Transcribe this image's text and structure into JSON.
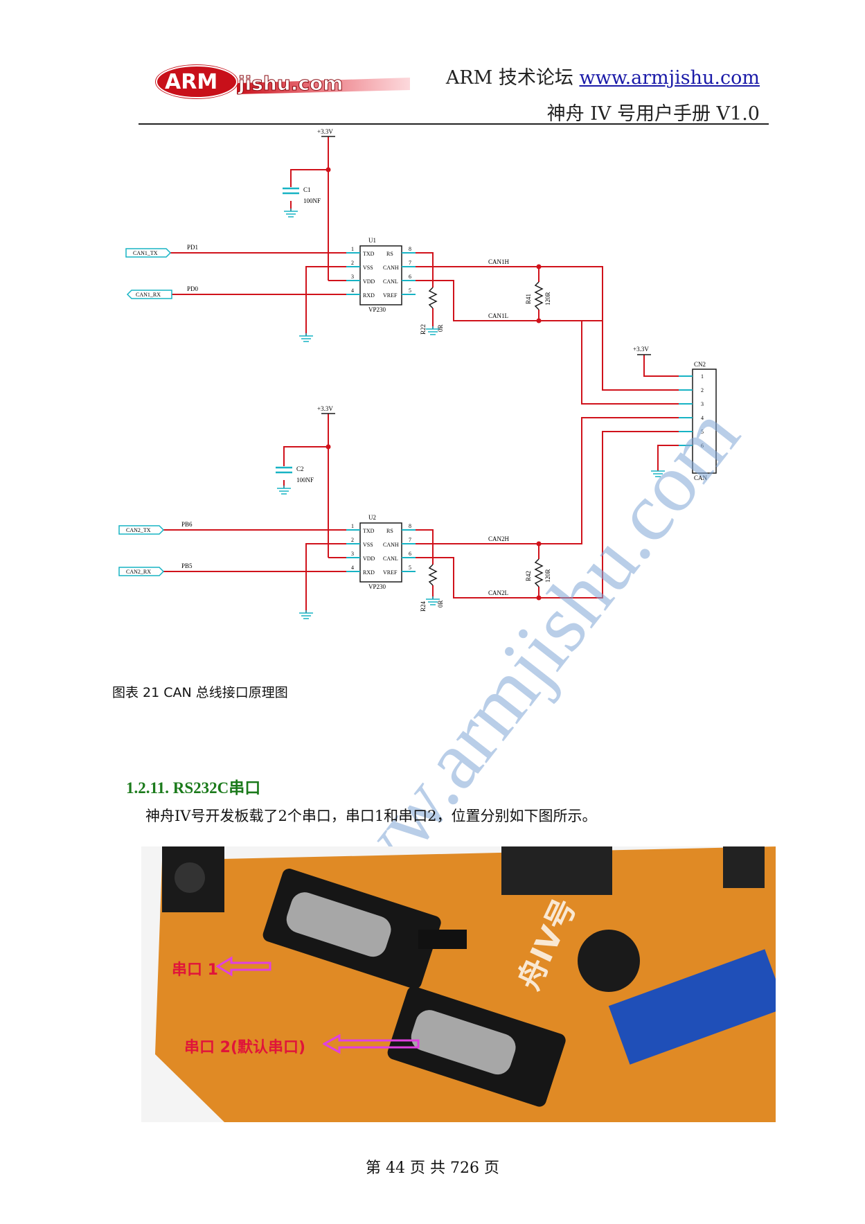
{
  "header": {
    "logo_text": "ARMjishu.com",
    "forum_label": "ARM 技术论坛",
    "forum_url": "www.armjishu.com",
    "manual_title": "神舟 IV 号用户手册 V1.0"
  },
  "schematic": {
    "power_labels": [
      "+3.3V",
      "+3.3V",
      "+3.3V"
    ],
    "caps": [
      {
        "ref": "C1",
        "value": "100NF"
      },
      {
        "ref": "C2",
        "value": "100NF"
      }
    ],
    "chips": [
      {
        "ref": "U1",
        "part": "VP230",
        "pins_left": [
          "TXD",
          "VSS",
          "VDD",
          "RXD"
        ],
        "pins_right": [
          "RS",
          "CANH",
          "CANL",
          "VREF"
        ],
        "nums_left": [
          "1",
          "2",
          "3",
          "4"
        ],
        "nums_right": [
          "8",
          "7",
          "6",
          "5"
        ]
      },
      {
        "ref": "U2",
        "part": "VP230",
        "pins_left": [
          "TXD",
          "VSS",
          "VDD",
          "RXD"
        ],
        "pins_right": [
          "RS",
          "CANH",
          "CANL",
          "VREF"
        ],
        "nums_left": [
          "1",
          "2",
          "3",
          "4"
        ],
        "nums_right": [
          "8",
          "7",
          "6",
          "5"
        ]
      }
    ],
    "ports": [
      "CAN1_TX",
      "CAN1_RX",
      "CAN2_TX",
      "CAN2_RX"
    ],
    "port_nets": [
      "PD1",
      "PD0",
      "PB6",
      "PB5"
    ],
    "nets": [
      "CAN1H",
      "CAN1L",
      "CAN2H",
      "CAN2L"
    ],
    "resistors": [
      {
        "ref": "R41",
        "value": "120R"
      },
      {
        "ref": "R22",
        "value": "0R"
      },
      {
        "ref": "R42",
        "value": "120R"
      },
      {
        "ref": "R24",
        "value": "0R"
      }
    ],
    "connector": {
      "ref": "CN2",
      "name": "CAN",
      "pins": [
        "1",
        "2",
        "3",
        "4",
        "5",
        "6"
      ]
    }
  },
  "watermark": "www.armjishu.com",
  "caption": "图表 21 CAN 总线接口原理图",
  "section": {
    "heading": "1.2.11. RS232C串口",
    "paragraph": "神舟IV号开发板载了2个串口，串口1和串口2，位置分别如下图所示。"
  },
  "photo": {
    "label1": "串口 1",
    "label2": "串口 2(默认串口)",
    "board_text": "舟IV号"
  },
  "footer": "第 44 页 共 726 页",
  "colors": {
    "wire": "#d0121b",
    "port": "#17b3c4",
    "heading": "#1b7a1b",
    "annotation": "#e0143a",
    "arrow": "#e040e0"
  }
}
